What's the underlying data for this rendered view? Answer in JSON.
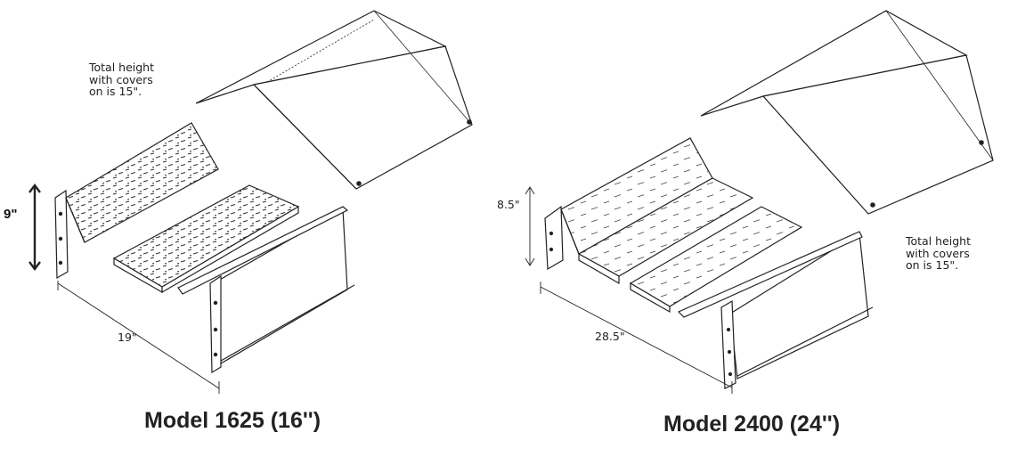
{
  "left": {
    "title": "Model 1625 (16'')",
    "note": "Total height\nwith covers\non is 15\".",
    "height_label": "9\"",
    "length_label": "19\""
  },
  "right": {
    "title": "Model 2400 (24'')",
    "note": "Total height\nwith covers\non is 15\".",
    "height_label": "8.5\"",
    "length_label": "28.5\""
  },
  "colors": {
    "ink": "#222222",
    "paper": "#ffffff"
  }
}
